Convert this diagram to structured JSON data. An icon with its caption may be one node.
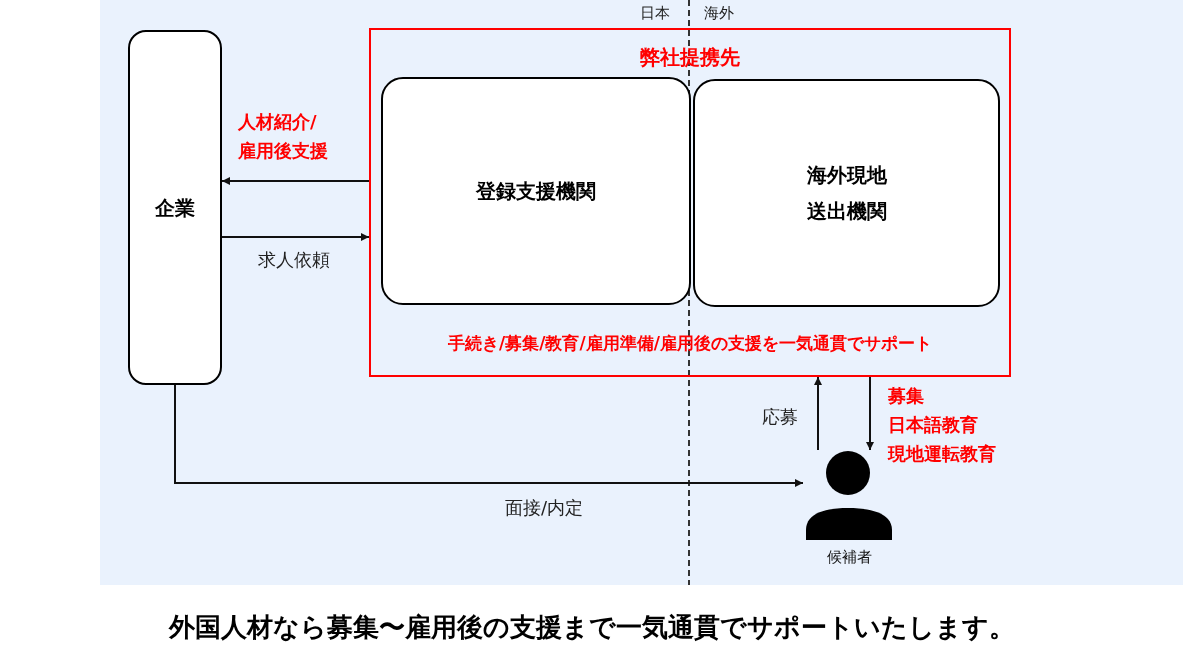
{
  "diagram": {
    "caption": "外国人材なら募集〜雇用後の支援まで一気通貫でサポートいたします。",
    "nodes": [
      {
        "text": [
          "企業"
        ]
      },
      {
        "text": [
          "弊社提携先",
          "手続き/募集/教育/雇用準備/雇用後の支援を一気通貫でサポート"
        ]
      },
      {
        "text": [
          "登録支援機関"
        ],
        "in": 1
      },
      {
        "text": [
          "海外現地送出機関"
        ],
        "in": 1
      },
      {
        "text": [],
        "shape": "person",
        "beside": [
          "候補者"
        ]
      }
    ],
    "edges": [
      {
        "from": 1,
        "to": 0,
        "arrow": "to",
        "label": "人材紹介/雇用後支援"
      },
      {
        "from": 0,
        "to": 1,
        "arrow": "to",
        "label": "求人依頼"
      },
      {
        "from": 0,
        "to": 4,
        "arrow": "to",
        "label": "面接/内定"
      },
      {
        "from": 4,
        "to": 1,
        "arrow": "to",
        "label": "応募"
      },
      {
        "from": 1,
        "to": 4,
        "arrow": "to",
        "label": "募集日本語教育現地運転教育"
      }
    ],
    "labels": [
      "日本",
      "海外"
    ]
  }
}
